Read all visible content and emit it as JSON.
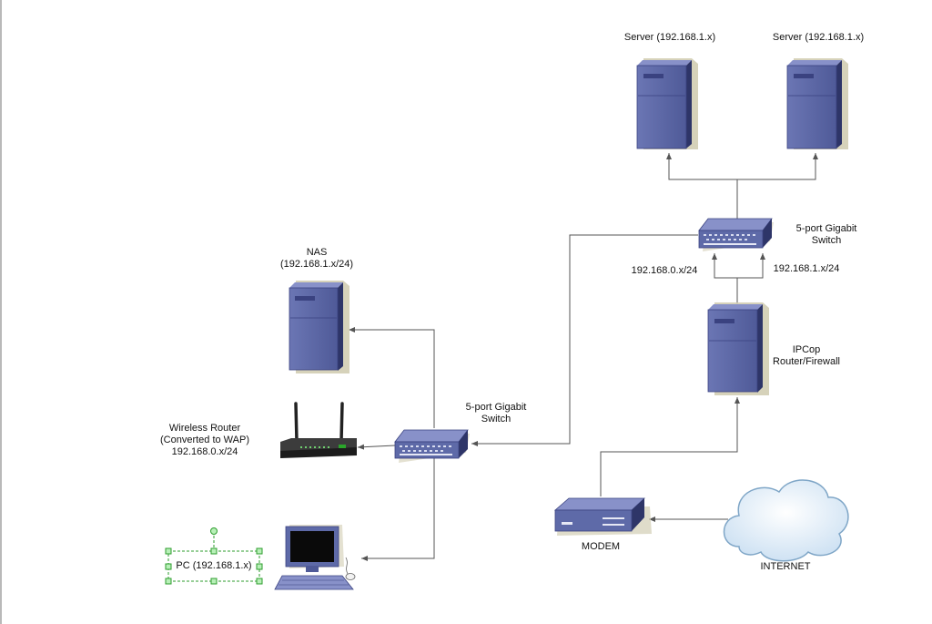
{
  "labels": {
    "server_left": "Server (192.168.1.x)",
    "server_right": "Server (192.168.1.x)",
    "switch_top_line1": "5-port Gigabit",
    "switch_top_line2": "Switch",
    "net_left": "192.168.0.x/24",
    "net_right": "192.168.1.x/24",
    "firewall_line1": "IPCop",
    "firewall_line2": "Router/Firewall",
    "modem": "MODEM",
    "internet": "INTERNET",
    "nas_line1": "NAS",
    "nas_line2": "(192.168.1.x/24)",
    "switch_bottom_line1": "5-port Gigabit",
    "switch_bottom_line2": "Switch",
    "wireless_line1": "Wireless Router",
    "wireless_line2": "(Converted to WAP)",
    "wireless_line3": "192.168.0.x/24",
    "pc": "PC (192.168.1.x)"
  },
  "colors": {
    "device_blue": "#5e6aa8",
    "device_dark": "#2e3568",
    "device_shadow": "#d2cdb3",
    "connector": "#555555",
    "cloud_fill": "#e8f2fb",
    "cloud_stroke": "#7fa6c7",
    "selection": "#2e9d2e",
    "handle_fill": "#b8f0b8"
  }
}
